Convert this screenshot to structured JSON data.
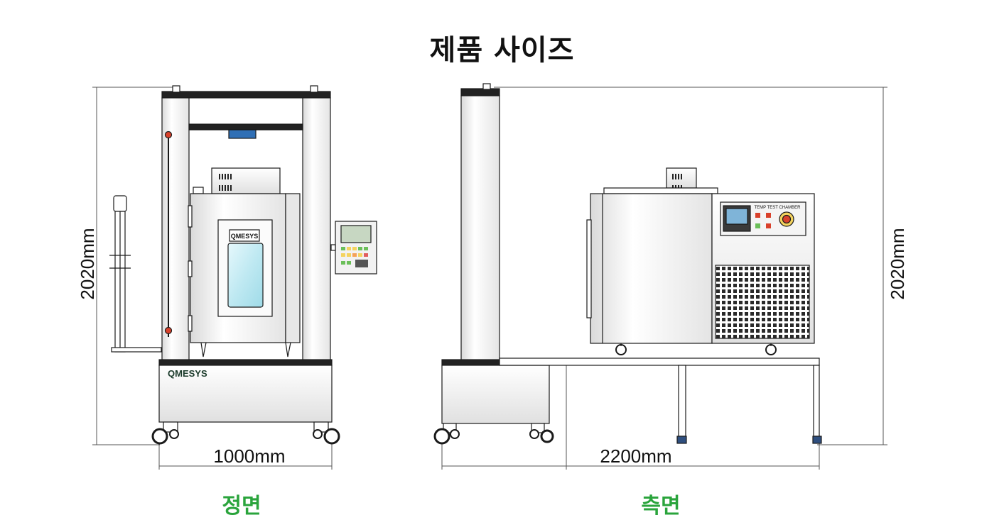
{
  "title": "제품 사이즈",
  "front_view": {
    "label": "정면",
    "height_dim": "2020mm",
    "width_dim": "1000mm",
    "brand": "QMESYS",
    "chamber_brand": "QMESYS"
  },
  "side_view": {
    "label": "측면",
    "height_dim": "2020mm",
    "width_dim": "2200mm",
    "panel_title": "TEMP TEST CHAMBER"
  },
  "colors": {
    "label_green": "#2aa43c",
    "outline": "#1a1a1a",
    "dim_line": "#555555",
    "window_cyan": "#bfe9f2",
    "accent_blue": "#2f6fb5",
    "indicator_red": "#d9412b"
  }
}
